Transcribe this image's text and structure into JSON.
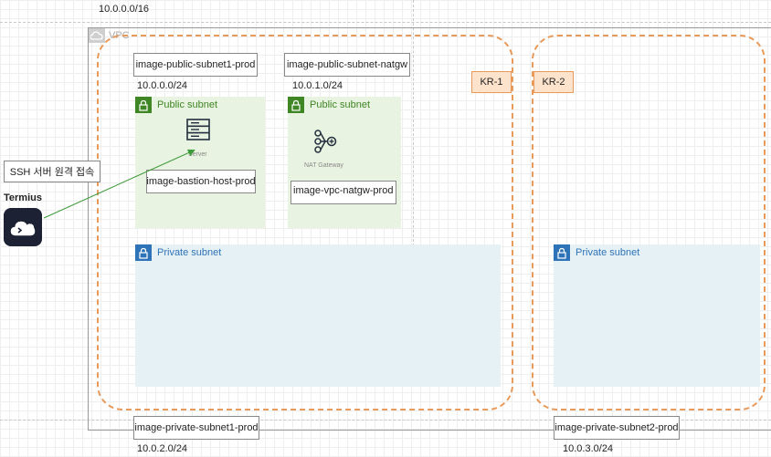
{
  "vpc": {
    "cidr": "10.0.0.0/16",
    "label": "VPC"
  },
  "zones": {
    "kr1": "KR-1",
    "kr2": "KR-2"
  },
  "public_subnet1": {
    "name": "image-public-subnet1-prod",
    "cidr": "10.0.0.0/24",
    "title": "Public subnet",
    "server_caption": "Server",
    "instance_label": "image-bastion-host-prod"
  },
  "public_subnet_natgw": {
    "name": "image-public-subnet-natgw",
    "cidr": "10.0.1.0/24",
    "title": "Public subnet",
    "nat_caption": "NAT Gateway",
    "instance_label": "image-vpc-natgw-prod"
  },
  "private_subnet1": {
    "title": "Private subnet",
    "name": "image-private-subnet1-prod",
    "cidr": "10.0.2.0/24"
  },
  "private_subnet2": {
    "title": "Private subnet",
    "name": "image-private-subnet2-prod",
    "cidr": "10.0.3.0/24"
  },
  "client": {
    "callout": "SSH 서버 원격 접속",
    "app_name": "Termius"
  },
  "colors": {
    "az_border": "#e89a5a",
    "public_fill": "#e9f3e1",
    "private_fill": "#e6f1f5",
    "public_accent": "#3f8624",
    "private_accent": "#2e73b8",
    "arrow": "#3f9a3a",
    "kr_fill": "#fde3cc"
  },
  "icons": {
    "vpc": "cloud-icon",
    "public_lock": "lock-icon",
    "private_lock": "lock-icon",
    "server": "server-icon",
    "nat": "nat-gateway-icon",
    "termius": "termius-icon"
  }
}
